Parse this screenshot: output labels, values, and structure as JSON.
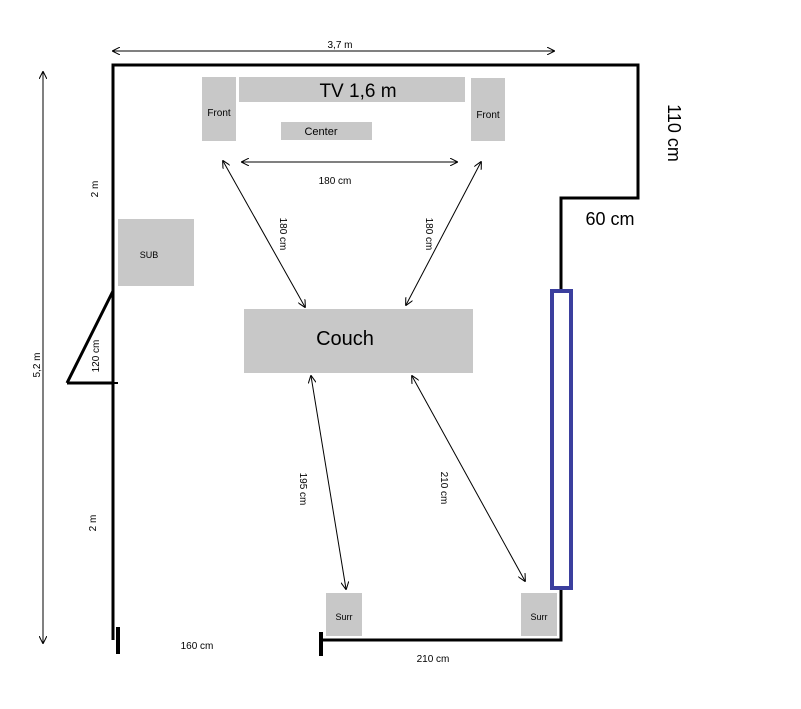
{
  "colors": {
    "furniture": "#c8c8c8",
    "wall": "#000000",
    "window": "#3b3f9e"
  },
  "labels": {
    "room_width": "3,7 m",
    "room_height": "5,2 m",
    "tv": "TV 1,6 m",
    "front_left": "Front",
    "front_right": "Front",
    "center": "Center",
    "front_spacing": "180 cm",
    "left_front_to_couch": "180 cm",
    "right_front_to_couch": "180 cm",
    "sub": "SUB",
    "couch": "Couch",
    "upper_left_wall": "2 m",
    "door": "120 cm",
    "lower_left_wall": "2 m",
    "alcove_depth": "110 cm",
    "alcove_width": "60 cm",
    "left_surround_distance": "195 cm",
    "right_surround_distance": "210 cm",
    "surround_left": "Surr",
    "surround_right": "Surr",
    "bottom_left_gap": "160 cm",
    "bottom_right_wall": "210 cm"
  }
}
